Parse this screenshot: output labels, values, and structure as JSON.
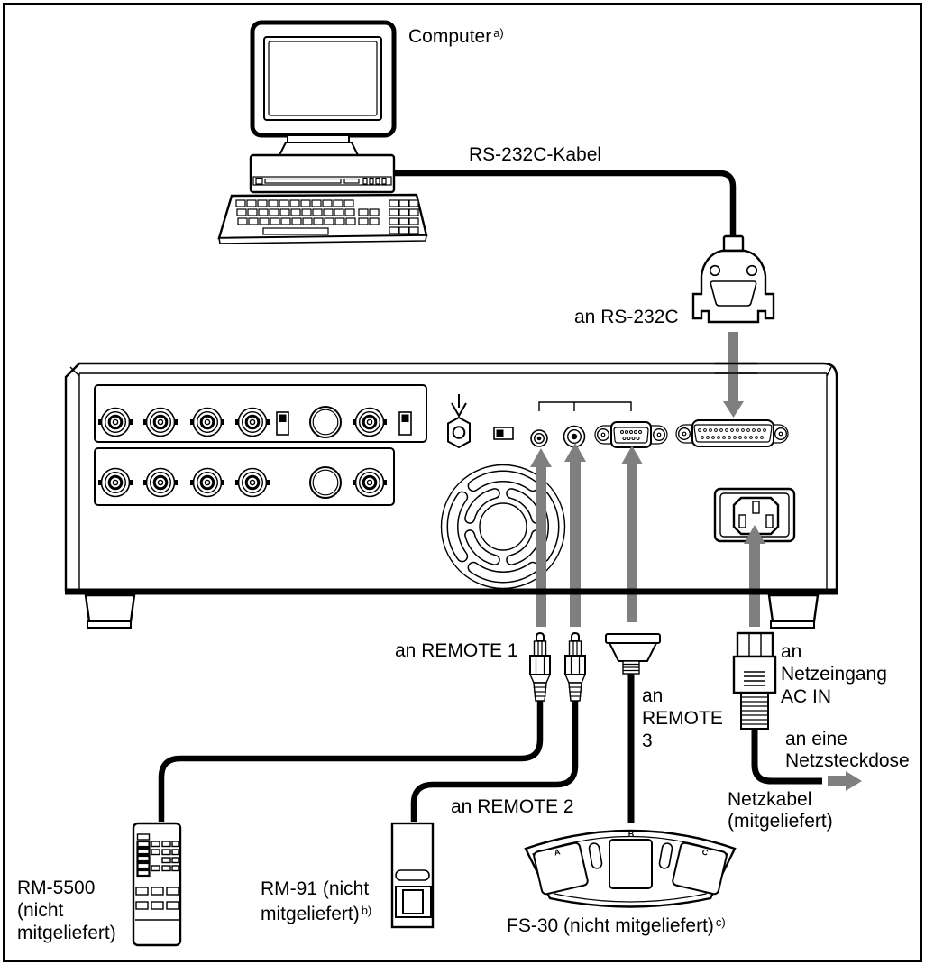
{
  "diagram": {
    "colors": {
      "line": "#000000",
      "arrow_gray": "#7f7f7f",
      "background": "#ffffff"
    },
    "icons": {
      "flow_arrow": "solid-gray-arrow",
      "outlet_arrow": "solid-gray-right-arrow",
      "ground_symbol": "ground-terminal"
    },
    "labels": {
      "computer": "Computer",
      "computer_note": "a)",
      "rs232c_cable": "RS-232C-Kabel",
      "to_rs232c": "an RS-232C",
      "to_remote1": "an REMOTE 1",
      "to_remote2": "an REMOTE 2",
      "to_remote3": {
        "line1": "an",
        "line2": "REMOTE",
        "line3": "3"
      },
      "to_ac_in": {
        "line1": "an",
        "line2": "Netzeingang",
        "line3": "AC IN"
      },
      "to_outlet": {
        "line1": "an eine",
        "line2": "Netzsteckdose"
      },
      "power_cord": {
        "line1": "Netzkabel",
        "line2": "(mitgeliefert)"
      },
      "rm5500": {
        "line1": "RM-5500",
        "line2": "(nicht",
        "line3": "mitgeliefert)"
      },
      "rm91": {
        "line1": "RM-91 (nicht",
        "line2": "mitgeliefert)",
        "note": "b)"
      },
      "fs30": {
        "text": "FS-30 (nicht mitgeliefert)",
        "note": "c)"
      },
      "pedals": {
        "a": "A",
        "b": "B",
        "c": "C"
      }
    }
  }
}
